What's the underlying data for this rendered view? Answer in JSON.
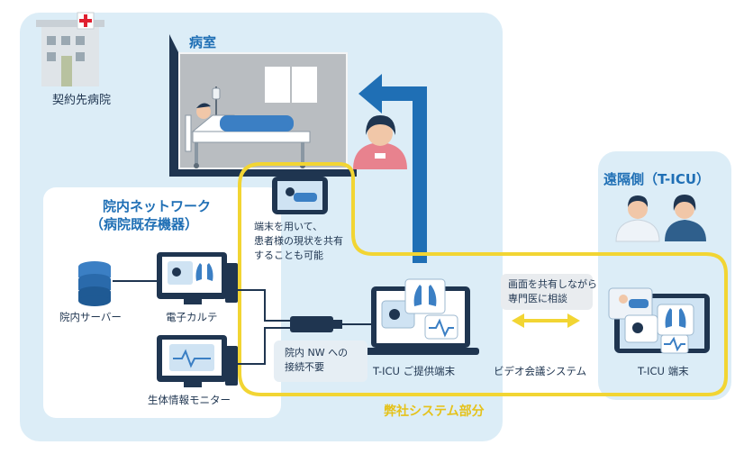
{
  "hospital": {
    "label": "契約先病院"
  },
  "room": {
    "label": "病室"
  },
  "network": {
    "title_line1": "院内ネットワーク",
    "title_line2": "（病院既存機器）"
  },
  "remote": {
    "label": "遠隔側（T-ICU）"
  },
  "tablet_note": {
    "line1": "端末を用いて、",
    "line2": "患者様の現状を共有",
    "line3": "することも可能"
  },
  "devices": {
    "server": "院内サーバー",
    "emr": "電子カルテ",
    "monitor": "生体情報モニター",
    "provided_terminal": "T-ICU ご提供端末",
    "remote_terminal": "T-ICU 端末"
  },
  "no_nw": {
    "line1": "院内 NW への",
    "line2": "接続不要"
  },
  "video": {
    "label": "ビデオ会議システム"
  },
  "share": {
    "line1": "画面を共有しながら",
    "line2": "専門医に相談"
  },
  "system": {
    "label": "弊社システム部分"
  },
  "colors": {
    "accent_blue": "#1f6fb5",
    "navy": "#1f3550",
    "yellow": "#f2d533",
    "light_blue": "#dcedf7"
  }
}
